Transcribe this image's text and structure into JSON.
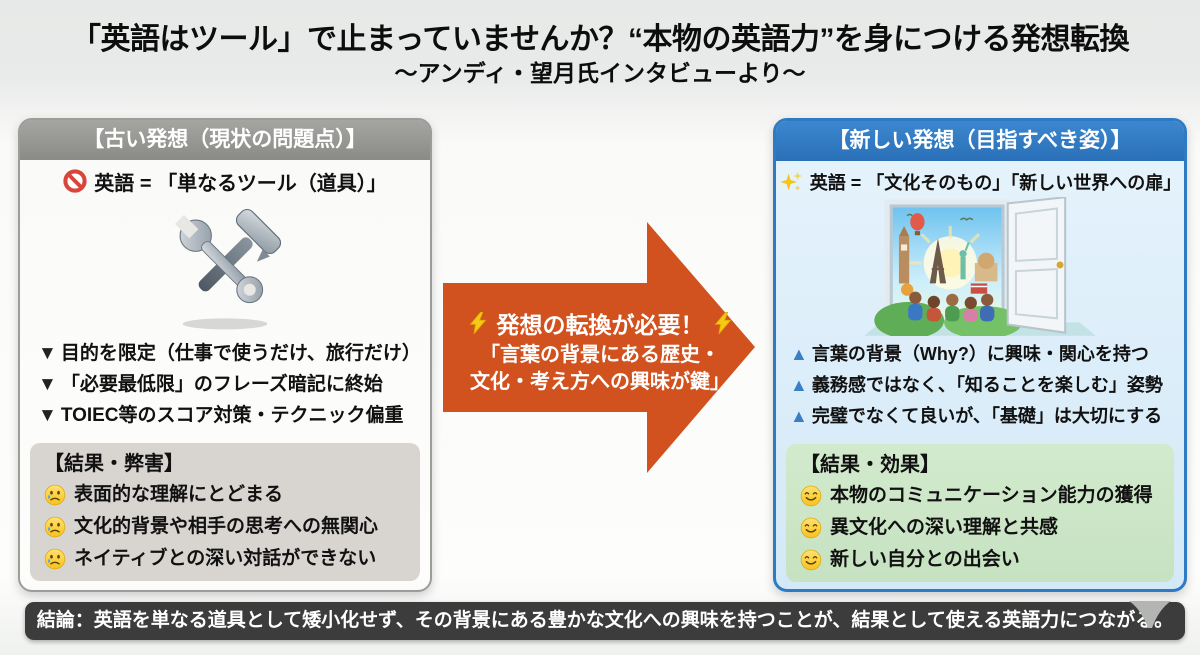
{
  "page": {
    "title": "「英語はツール」で止まっていませんか？“本物の英語力”を身につける発想転換",
    "subtitle": "～アンディ・望月氏インタビューより～",
    "conclusion": "結論：英語を単なる道具として矮小化せず、その背景にある豊かな文化への興味を持つことが、結果として使える英語力につながる。"
  },
  "old_panel": {
    "header": "【古い発想（現状の問題点）】",
    "equation": "英語 = 「単なるツール（道具）」",
    "equation_icon": "prohibited-icon",
    "illustration": "hammer-and-wrench",
    "bullet_marker": "▼",
    "bullets": [
      "目的を限定（仕事で使うだけ、旅行だけ）",
      "「必要最低限」のフレーズ暗記に終始",
      "TOIEC等のスコア対策・テクニック偏重"
    ],
    "result_box": {
      "header": "【結果・弊害】",
      "item_icon": "sad-tear-face",
      "items": [
        "表面的な理解にとどまる",
        "文化的背景や相手の思考への無関心",
        "ネイティブとの深い対話ができない"
      ]
    },
    "colors": {
      "header_bg": "#8f8f8c",
      "body_bg": "#e9e7e4",
      "result_bg": "#d8d5d1",
      "border": "#9c9c99"
    }
  },
  "arrow": {
    "headline": "発想の転換が必要！",
    "headline_icon": "lightning-bolt",
    "quote_line1": "「言葉の背景にある歴史・",
    "quote_line2": "文化・考え方への興味が鍵」",
    "color": "#d2521f"
  },
  "new_panel": {
    "header": "【新しい発想（目指すべき姿）】",
    "equation": "英語 = 「文化そのもの」「新しい世界への扉」",
    "equation_icon": "sparkles-icon",
    "illustration": "open-door-to-world",
    "bullet_marker": "▲",
    "bullets": [
      "言葉の背景（Why?）に興味・関心を持つ",
      "義務感ではなく、「知ることを楽しむ」姿勢",
      "完璧でなくて良いが、「基礎」は大切にする"
    ],
    "result_box": {
      "header": "【結果・効果】",
      "item_icon": "smiling-face",
      "items": [
        "本物のコミュニケーション能力の獲得",
        "異文化への深い理解と共感",
        "新しい自分との出会い"
      ]
    },
    "colors": {
      "header_bg": "#2e7bc4",
      "body_bg": "#d9ecf8",
      "result_bg": "#cfe8ca",
      "border": "#2e7bc4",
      "marker": "#3a7fc6"
    }
  }
}
